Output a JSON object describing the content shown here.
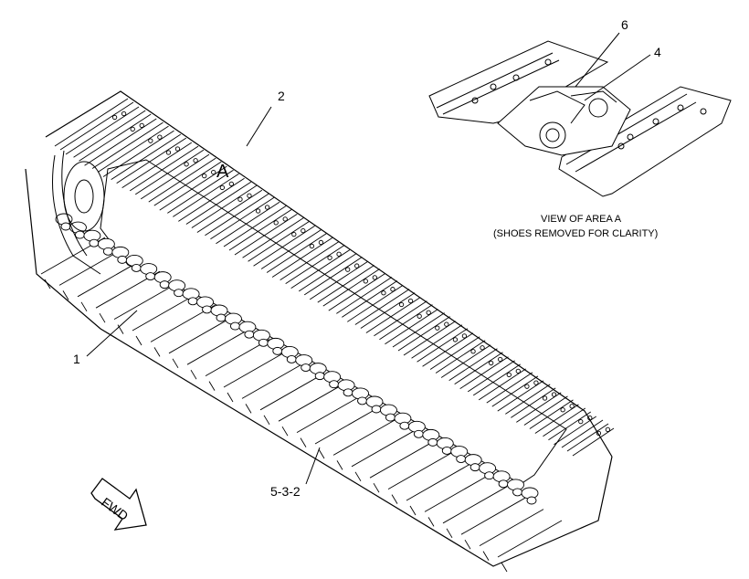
{
  "callouts": {
    "c1": "1",
    "c2": "2",
    "c4": "4",
    "c6": "6",
    "c532": "5-3-2"
  },
  "area_marker": "A",
  "caption": {
    "line1": "VIEW OF AREA A",
    "line2": "(SHOES REMOVED FOR CLARITY)"
  },
  "direction_label": "FWD"
}
